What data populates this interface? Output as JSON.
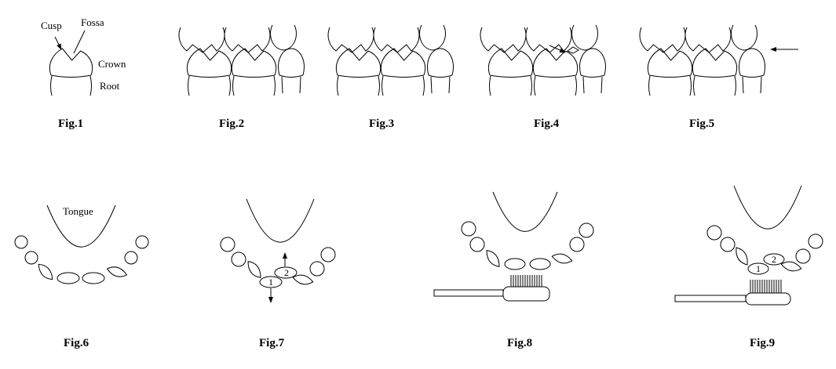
{
  "figure1": {
    "caption": "Fig.1",
    "labels": {
      "cusp": "Cusp",
      "fossa": "Fossa",
      "crown": "Crown",
      "root": "Root"
    }
  },
  "figure2": {
    "caption": "Fig.2"
  },
  "figure3": {
    "caption": "Fig.3"
  },
  "figure4": {
    "caption": "Fig.4"
  },
  "figure5": {
    "caption": "Fig.5"
  },
  "figure6": {
    "caption": "Fig.6",
    "tongue_label": "Tongue"
  },
  "figure7": {
    "caption": "Fig.7",
    "tooth_numbers": [
      "1",
      "2"
    ]
  },
  "figure8": {
    "caption": "Fig.8"
  },
  "figure9": {
    "caption": "Fig.9",
    "tooth_numbers": [
      "1",
      "2"
    ]
  }
}
